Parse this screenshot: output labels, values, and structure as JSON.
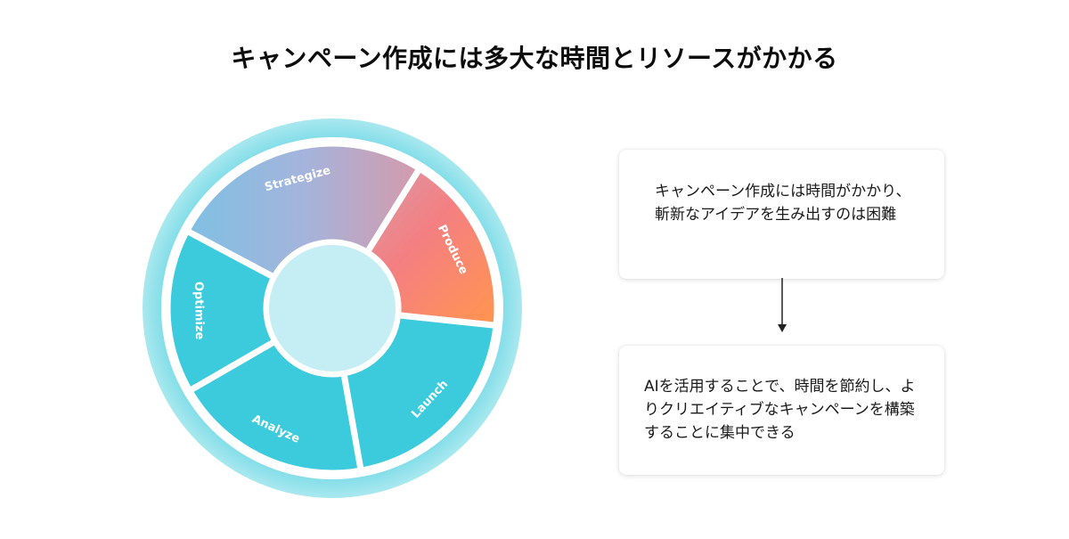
{
  "title": "キャンペーン作成には多大な時間とリソースがかかる",
  "cycle": {
    "segments": [
      {
        "label": "Strategize",
        "gradient": [
          "#7fc0e3",
          "#a4b4dc",
          "#d59aab"
        ]
      },
      {
        "label": "Produce",
        "gradient": [
          "#d99aa8",
          "#f47f82",
          "#ff9452"
        ]
      },
      {
        "label": "Launch",
        "color": "#3bcbdc"
      },
      {
        "label": "Analyze",
        "color": "#3bcbdc"
      },
      {
        "label": "Optimize",
        "color": "#3bcbdc"
      }
    ],
    "outer_ring_color": "#a5e6ee",
    "center_color": "#c4eef4"
  },
  "cards": {
    "problem": "キャンペーン作成には時間がかかり、斬新なアイデアを生み出すのは困難",
    "solution": "AIを活用することで、時間を節約し、よりクリエイティブなキャンペーンを構築することに集中できる"
  }
}
